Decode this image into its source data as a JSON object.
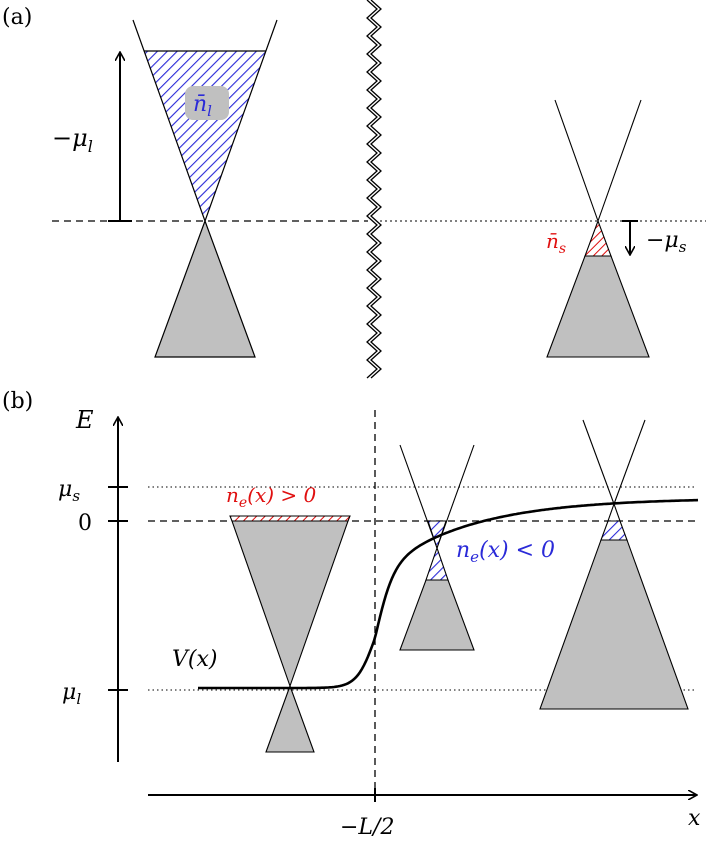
{
  "panel_a": {
    "tag": "(a)",
    "mu_l_label": "−μ",
    "mu_l_sub": "l",
    "n_l_label": "n̄",
    "n_l_sub": "l",
    "n_s_label": "n̄",
    "n_s_sub": "s",
    "mu_s_label": "−μ",
    "mu_s_sub": "s"
  },
  "panel_b": {
    "tag": "(b)",
    "e_axis_label": "E",
    "x_axis_label": "x",
    "mu_s_label": "μ",
    "mu_s_sub": "s",
    "zero_label": "0",
    "mu_l_label": "μ",
    "mu_l_sub": "l",
    "x_tick_label": "−L/2",
    "v_label": "V(x)",
    "ne_pos_label": "n",
    "ne_pos_sub": "e",
    "ne_pos_rest": "(x) > 0",
    "ne_neg_label": "n",
    "ne_neg_sub": "e",
    "ne_neg_rest": "(x) < 0"
  },
  "colors": {
    "gray_fill": "#c0c0c0",
    "blue_hatch": "#2a2ad8",
    "red_hatch": "#e01010",
    "red_text": "#e01010",
    "blue_text": "#2a2ad8"
  }
}
